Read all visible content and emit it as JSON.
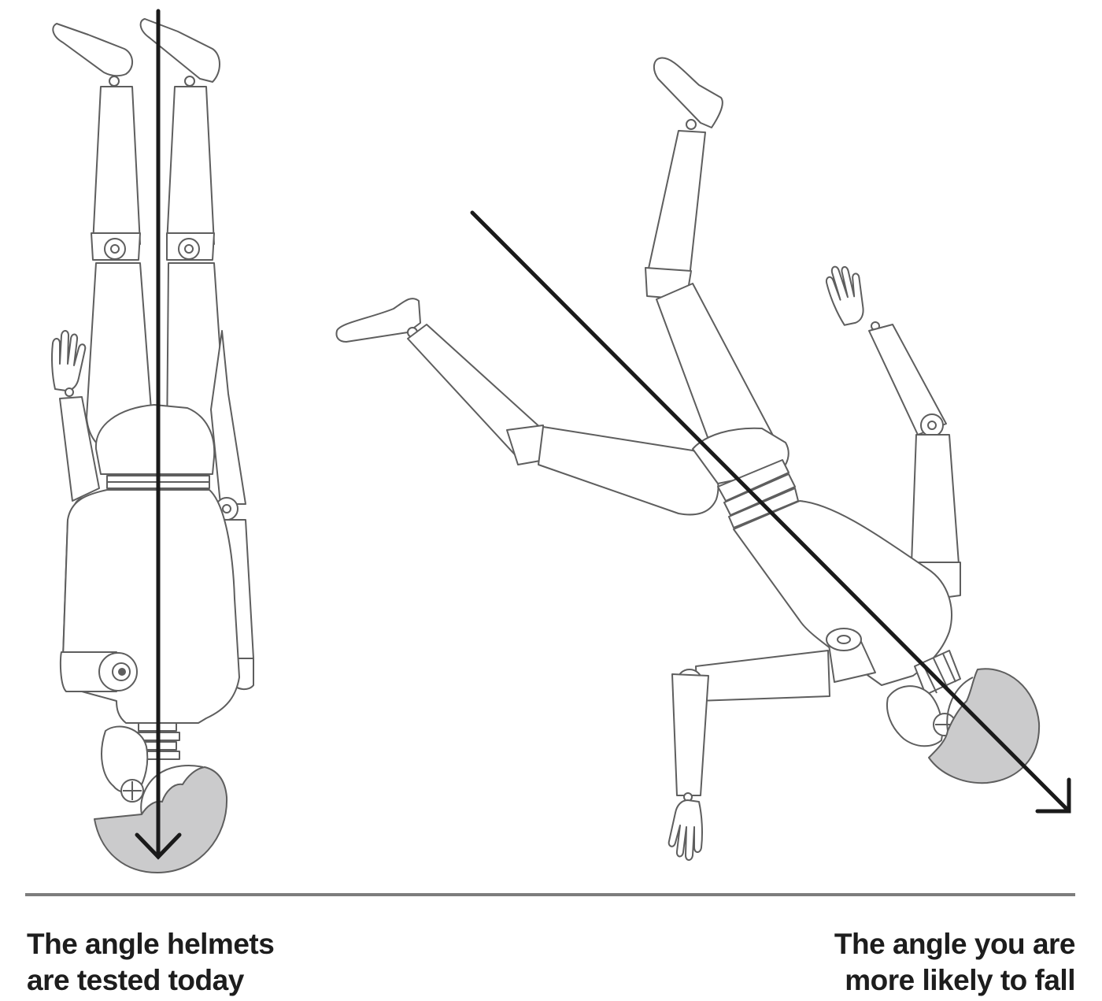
{
  "captions": {
    "left": {
      "line1": "The angle helmets",
      "line2": "are tested today"
    },
    "right": {
      "line1": "The angle you are",
      "line2": "more likely to fall"
    }
  },
  "colors": {
    "outline": "#5e5e5e",
    "helmet": "#cbcbcc",
    "arrow": "#1a1a1a",
    "ground": "#7d7d7d",
    "text": "#1d1d1d"
  }
}
